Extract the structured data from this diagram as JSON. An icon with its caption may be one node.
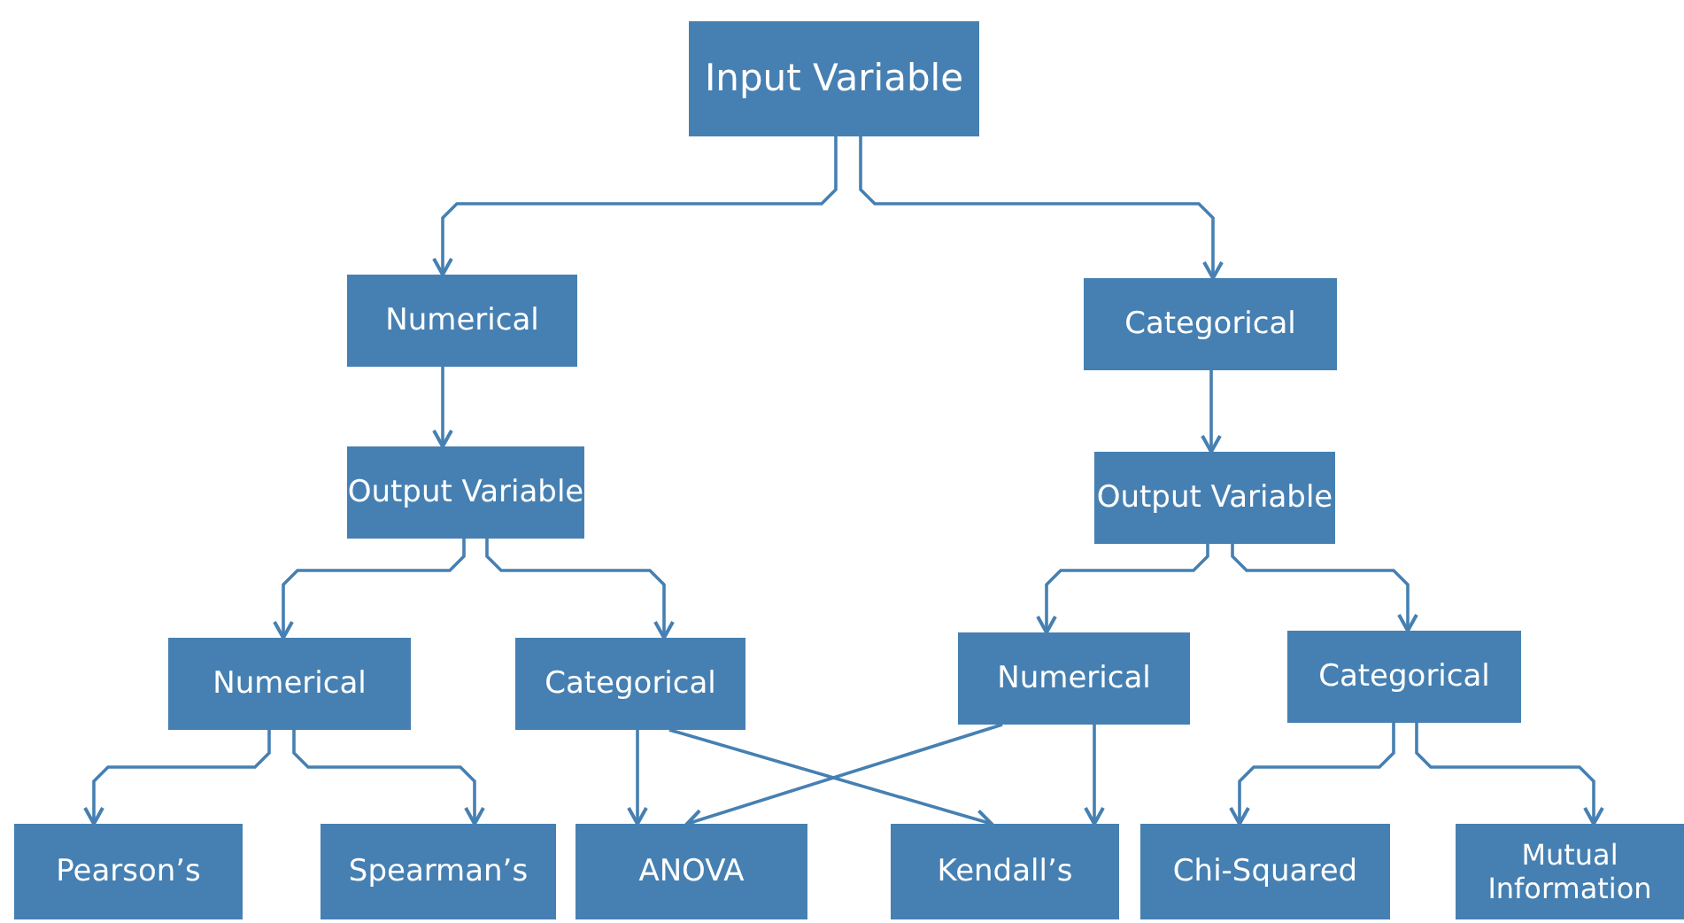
{
  "diagram": {
    "nodes": [
      {
        "text": [
          "Input Variable"
        ]
      },
      {
        "text": [
          "Numerical"
        ]
      },
      {
        "text": [
          "Categorical"
        ]
      },
      {
        "text": [
          "Output Variable"
        ]
      },
      {
        "text": [
          "Output Variable"
        ]
      },
      {
        "text": [
          "Numerical"
        ]
      },
      {
        "text": [
          "Categorical"
        ]
      },
      {
        "text": [
          "Numerical"
        ]
      },
      {
        "text": [
          "Categorical"
        ]
      },
      {
        "text": [
          "Pearson’s"
        ]
      },
      {
        "text": [
          "Spearman’s"
        ]
      },
      {
        "text": [
          "ANOVA"
        ]
      },
      {
        "text": [
          "Kendall’s"
        ]
      },
      {
        "text": [
          "Chi-Squared"
        ]
      },
      {
        "text": [
          "Mutual Information"
        ]
      }
    ],
    "edges": [
      {
        "from": 0,
        "to": 1,
        "arrow": "to"
      },
      {
        "from": 0,
        "to": 2,
        "arrow": "to"
      },
      {
        "from": 1,
        "to": 3,
        "arrow": "to"
      },
      {
        "from": 2,
        "to": 4,
        "arrow": "to"
      },
      {
        "from": 3,
        "to": 5,
        "arrow": "to"
      },
      {
        "from": 3,
        "to": 6,
        "arrow": "to"
      },
      {
        "from": 4,
        "to": 7,
        "arrow": "to"
      },
      {
        "from": 4,
        "to": 8,
        "arrow": "to"
      },
      {
        "from": 5,
        "to": 9,
        "arrow": "to"
      },
      {
        "from": 5,
        "to": 10,
        "arrow": "to"
      },
      {
        "from": 6,
        "to": 11,
        "arrow": "to"
      },
      {
        "from": 6,
        "to": 12,
        "arrow": "to"
      },
      {
        "from": 7,
        "to": 11,
        "arrow": "to"
      },
      {
        "from": 7,
        "to": 12,
        "arrow": "to"
      },
      {
        "from": 8,
        "to": 13,
        "arrow": "to"
      },
      {
        "from": 8,
        "to": 14,
        "arrow": "to"
      }
    ]
  }
}
